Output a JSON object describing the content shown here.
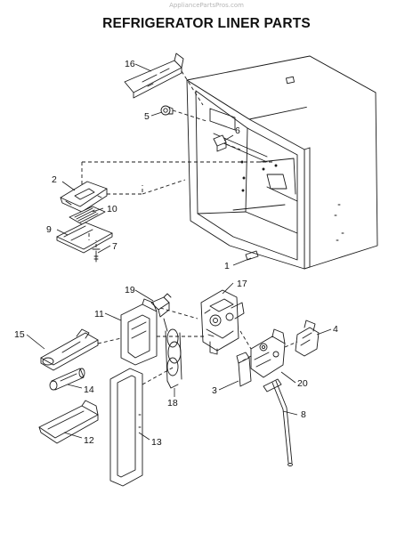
{
  "watermark": "AppliancePartsPros.com",
  "title": "REFRIGERATOR LINER PARTS",
  "callouts": [
    "16",
    "5",
    "6",
    "2",
    "10",
    "9",
    "7",
    "1",
    "19",
    "17",
    "11",
    "15",
    "4",
    "14",
    "3",
    "20",
    "18",
    "8",
    "12",
    "13"
  ]
}
